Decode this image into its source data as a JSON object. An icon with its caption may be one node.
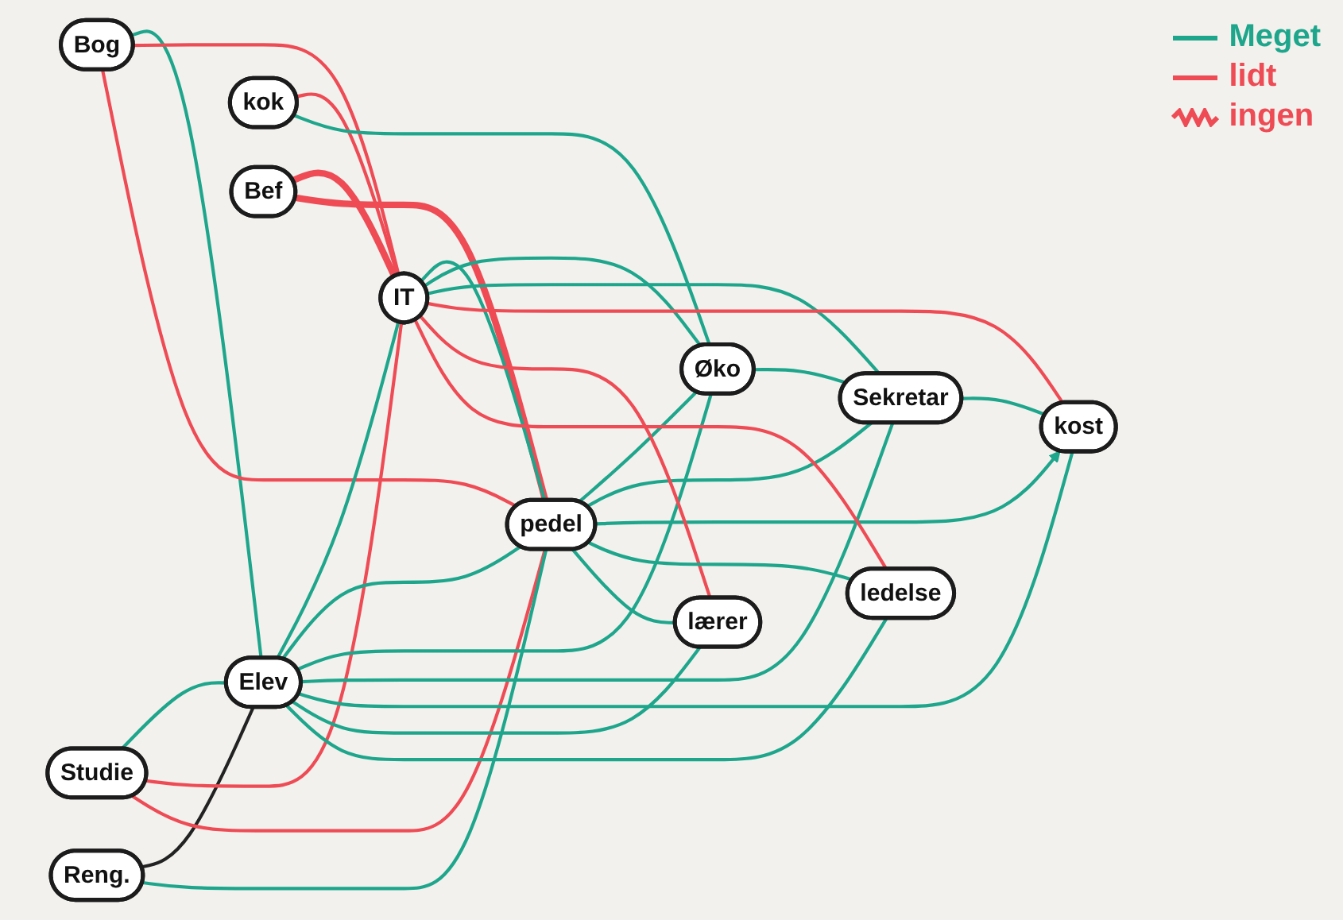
{
  "diagram": {
    "nodes": [
      {
        "text": [
          "Bog"
        ]
      },
      {
        "text": [
          "Reng."
        ]
      },
      {
        "text": [
          "IT"
        ]
      },
      {
        "text": [
          "Studie"
        ]
      },
      {
        "text": [
          "pedel"
        ]
      },
      {
        "text": [
          "Elev"
        ]
      },
      {
        "text": [
          "kok"
        ]
      },
      {
        "text": [
          "Øko"
        ]
      },
      {
        "text": [
          "Sekretar"
        ]
      },
      {
        "text": [
          "Bef"
        ]
      },
      {
        "text": [
          "ledelse"
        ]
      },
      {
        "text": [
          "lærer"
        ]
      },
      {
        "text": [
          "kost"
        ]
      }
    ],
    "edges": [
      {
        "from": 1,
        "to": 5,
        "arrow": "none",
        "color": "#222222"
      },
      {
        "from": 0,
        "to": 5,
        "arrow": "none"
      },
      {
        "from": 3,
        "to": 5,
        "arrow": "none"
      },
      {
        "from": 0,
        "to": 2,
        "arrow": "none",
        "color": "#ee4b55"
      },
      {
        "from": 0,
        "to": 4,
        "arrow": "none",
        "color": "#ee4b55"
      },
      {
        "from": 3,
        "to": 2,
        "arrow": "none",
        "color": "#ee4b55"
      },
      {
        "from": 3,
        "to": 4,
        "arrow": "none",
        "color": "#ee4b55"
      },
      {
        "from": 6,
        "to": 2,
        "arrow": "none",
        "color": "#ee4b55"
      },
      {
        "from": 6,
        "to": 7,
        "arrow": "none"
      },
      {
        "from": 9,
        "to": 2,
        "arrow": "none",
        "style": "thick",
        "color": "#ee4b55"
      },
      {
        "from": 9,
        "to": 4,
        "arrow": "none",
        "style": "thick",
        "color": "#ee4b55"
      },
      {
        "from": 1,
        "to": 4,
        "arrow": "none"
      },
      {
        "from": 5,
        "to": 2,
        "arrow": "none"
      },
      {
        "from": 5,
        "to": 4,
        "arrow": "none"
      },
      {
        "from": 5,
        "to": 7,
        "arrow": "none"
      },
      {
        "from": 5,
        "to": 8,
        "arrow": "none"
      },
      {
        "from": 5,
        "to": 12,
        "arrow": "none"
      },
      {
        "from": 5,
        "to": 11,
        "arrow": "none"
      },
      {
        "from": 5,
        "to": 10,
        "arrow": "none"
      },
      {
        "from": 2,
        "to": 4,
        "arrow": "none"
      },
      {
        "from": 2,
        "to": 7,
        "arrow": "none"
      },
      {
        "from": 2,
        "to": 8,
        "arrow": "none"
      },
      {
        "from": 4,
        "to": 7,
        "arrow": "none"
      },
      {
        "from": 4,
        "to": 8,
        "arrow": "none"
      },
      {
        "from": 7,
        "to": 8,
        "arrow": "none"
      },
      {
        "from": 8,
        "to": 12,
        "arrow": "none"
      },
      {
        "from": 4,
        "to": 12,
        "arrow": "to"
      },
      {
        "from": 2,
        "to": 12,
        "arrow": "none",
        "color": "#ee4b55"
      },
      {
        "from": 2,
        "to": 11,
        "arrow": "none",
        "color": "#ee4b55"
      },
      {
        "from": 2,
        "to": 10,
        "arrow": "none",
        "color": "#ee4b55"
      },
      {
        "from": 4,
        "to": 10,
        "arrow": "none"
      },
      {
        "from": 4,
        "to": 11,
        "arrow": "none"
      }
    ],
    "legend": [
      {
        "text": "Meget"
      },
      {
        "text": "lidt"
      },
      {
        "text": "ingen"
      }
    ]
  }
}
